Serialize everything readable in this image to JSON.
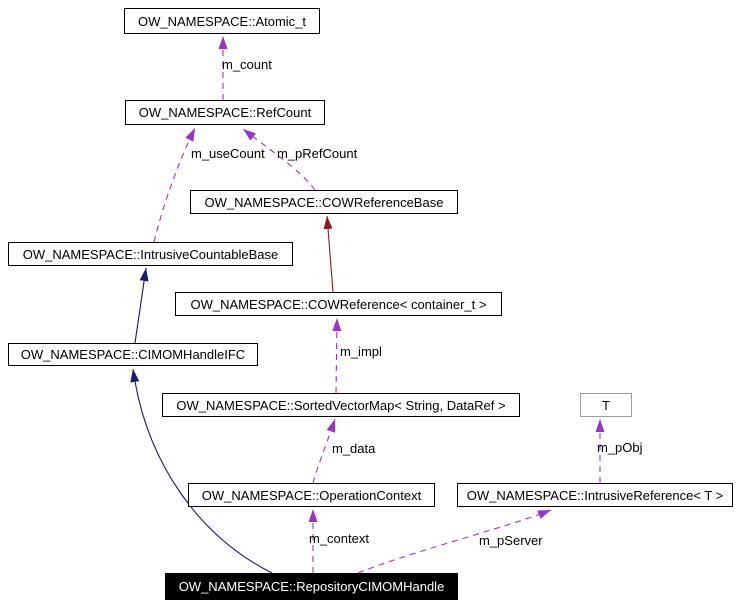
{
  "diagram": {
    "kind": "collaboration-graph",
    "background": "#ffffff"
  },
  "colors": {
    "usage_edge": "#9a32cd",
    "public_inheritance_edge": "#191970",
    "private_inheritance_edge": "#8b1a1a",
    "node_border": "#000000",
    "template_node_border": "#9e9e9e",
    "focus_node_background": "#000000",
    "focus_node_text": "#ffffff"
  },
  "nodes": [
    {
      "label": "OW_NAMESPACE::Atomic_t"
    },
    {
      "label": "OW_NAMESPACE::RefCount"
    },
    {
      "label": "OW_NAMESPACE::COWReferenceBase"
    },
    {
      "label": "OW_NAMESPACE::IntrusiveCountableBase"
    },
    {
      "label": "OW_NAMESPACE::COWReference< container_t >"
    },
    {
      "label": "OW_NAMESPACE::CIMOMHandleIFC"
    },
    {
      "label": "OW_NAMESPACE::SortedVectorMap< String, DataRef >"
    },
    {
      "label": "T"
    },
    {
      "label": "OW_NAMESPACE::OperationContext"
    },
    {
      "label": "OW_NAMESPACE::IntrusiveReference< T >"
    },
    {
      "label": "OW_NAMESPACE::RepositoryCIMOMHandle"
    }
  ],
  "edges": [
    {
      "label": "m_count"
    },
    {
      "label": "m_useCount"
    },
    {
      "label": "m_pRefCount"
    },
    {
      "label": "m_impl"
    },
    {
      "label": "m_data"
    },
    {
      "label": "m_pObj"
    },
    {
      "label": "m_context"
    },
    {
      "label": "m_pServer"
    }
  ]
}
